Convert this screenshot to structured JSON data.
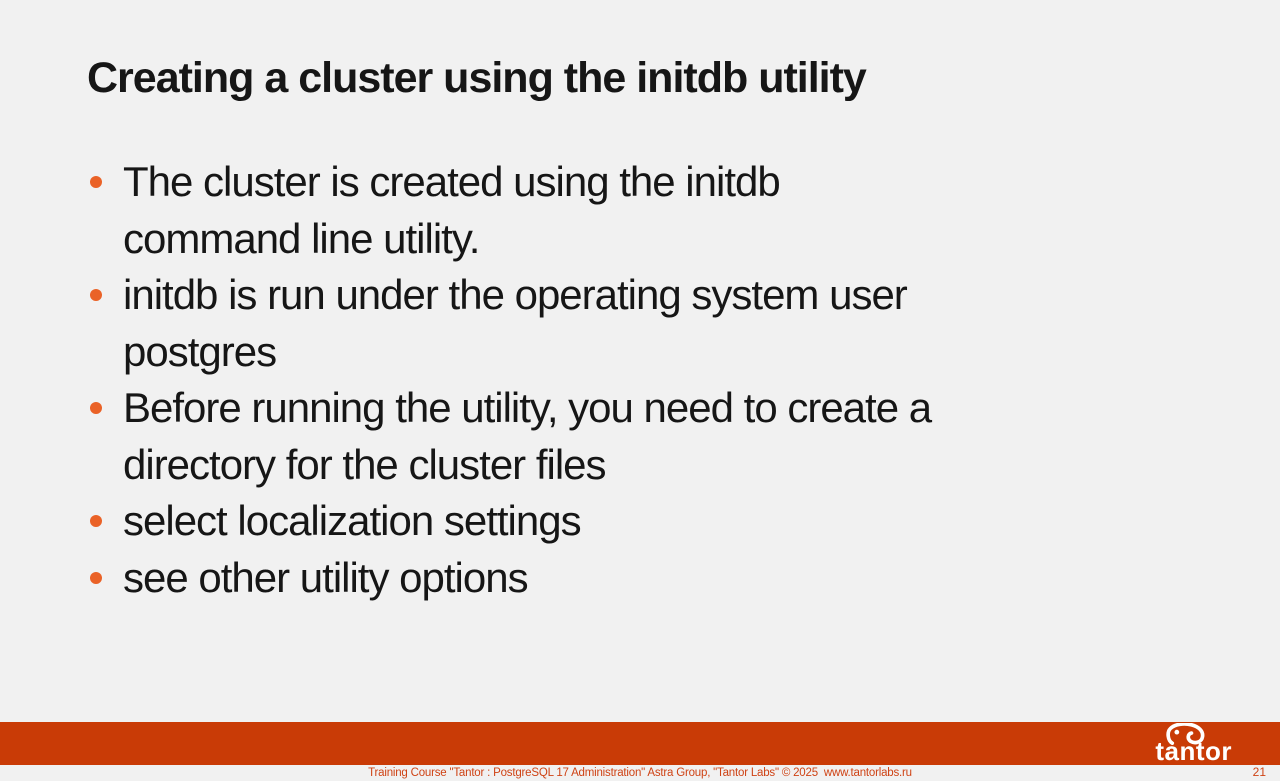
{
  "slide": {
    "title": "Creating a cluster using the initdb utility",
    "bullets": [
      {
        "text": "The cluster is created using the initdb\ncommand line utility."
      },
      {
        "text": "initdb is run under the operating system user\npostgres"
      },
      {
        "text": "Before running the utility, you need to create a\ndirectory for the cluster files"
      },
      {
        "text": "select localization settings"
      },
      {
        "text": "see other utility options"
      }
    ]
  },
  "footer": {
    "text": "Training Course \"Tantor : PostgreSQL 17 Administration\" Astra Group, \"Tantor Labs\" © 2025  www.tantorlabs.ru",
    "logo_text": "tantor",
    "page_number": "21"
  },
  "colors": {
    "bg": "#f1f1f1",
    "text": "#161616",
    "accent": "#c93b06",
    "bullet": "#ea6227",
    "footer-text": "#cf4315"
  }
}
